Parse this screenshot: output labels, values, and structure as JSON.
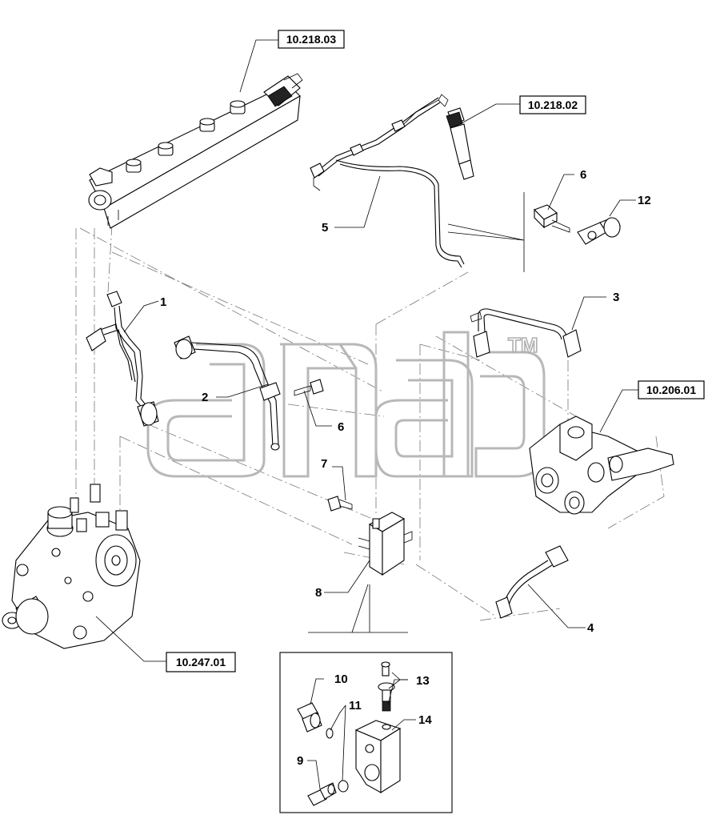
{
  "references": {
    "rail": "10.218.03",
    "injector": "10.218.02",
    "filter": "10.206.01",
    "pump": "10.247.01"
  },
  "callouts": {
    "p1": "1",
    "p2": "2",
    "p3": "3",
    "p4": "4",
    "p5": "5",
    "p6a": "6",
    "p6b": "6",
    "p7": "7",
    "p8": "8",
    "p9": "9",
    "p10": "10",
    "p11": "11",
    "p12": "12",
    "p13": "13",
    "p14": "14"
  },
  "watermark": {
    "logo": "anab",
    "trademark": "TM"
  },
  "colors": {
    "line": "#000000",
    "watermark": "#b8b8b8",
    "background": "#ffffff"
  }
}
